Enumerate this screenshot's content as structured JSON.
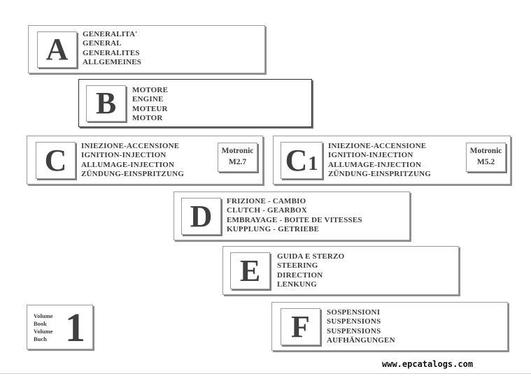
{
  "sections": {
    "a": {
      "letter": "A",
      "lines": [
        "GENERALITA'",
        "GENERAL",
        "GENERALITES",
        "ALLGEMEINES"
      ]
    },
    "b": {
      "letter": "B",
      "lines": [
        "MOTORE",
        "ENGINE",
        "MOTEUR",
        "MOTOR"
      ]
    },
    "c": {
      "letter": "C",
      "lines": [
        "INIEZIONE-ACCENSIONE",
        "IGNITION-INJECTION",
        "ALLUMAGE-INJECTION",
        "ZÜNDUNG-EINSPRITZUNG"
      ],
      "motronic": [
        "Motronic",
        "M2.7"
      ]
    },
    "c1": {
      "letter": "C",
      "subscript": "1",
      "lines": [
        "INIEZIONE-ACCENSIONE",
        "IGNITION-INJECTION",
        "ALLUMAGE-INJECTION",
        "ZÜNDUNG-EINSPRITZUNG"
      ],
      "motronic": [
        "Motronic",
        "M5.2"
      ]
    },
    "d": {
      "letter": "D",
      "lines": [
        "FRIZIONE - CAMBIO",
        "CLUTCH - GEARBOX",
        "EMBRAYAGE - BOITE DE VITESSES",
        "KUPPLUNG - GETRIEBE"
      ]
    },
    "e": {
      "letter": "E",
      "lines": [
        "GUIDA E STERZO",
        "STEERING",
        "DIRECTION",
        "LENKUNG"
      ]
    },
    "f": {
      "letter": "F",
      "lines": [
        "SOSPENSIONI",
        "SUSPENSIONS",
        "SUSPENSIONS",
        "AUFHÄNGUNGEN"
      ]
    }
  },
  "volume": {
    "labels": [
      "Volume",
      "Book",
      "Volume",
      "Buch"
    ],
    "number": "1"
  },
  "footer": {
    "url": "www.epcatalogs.com"
  }
}
